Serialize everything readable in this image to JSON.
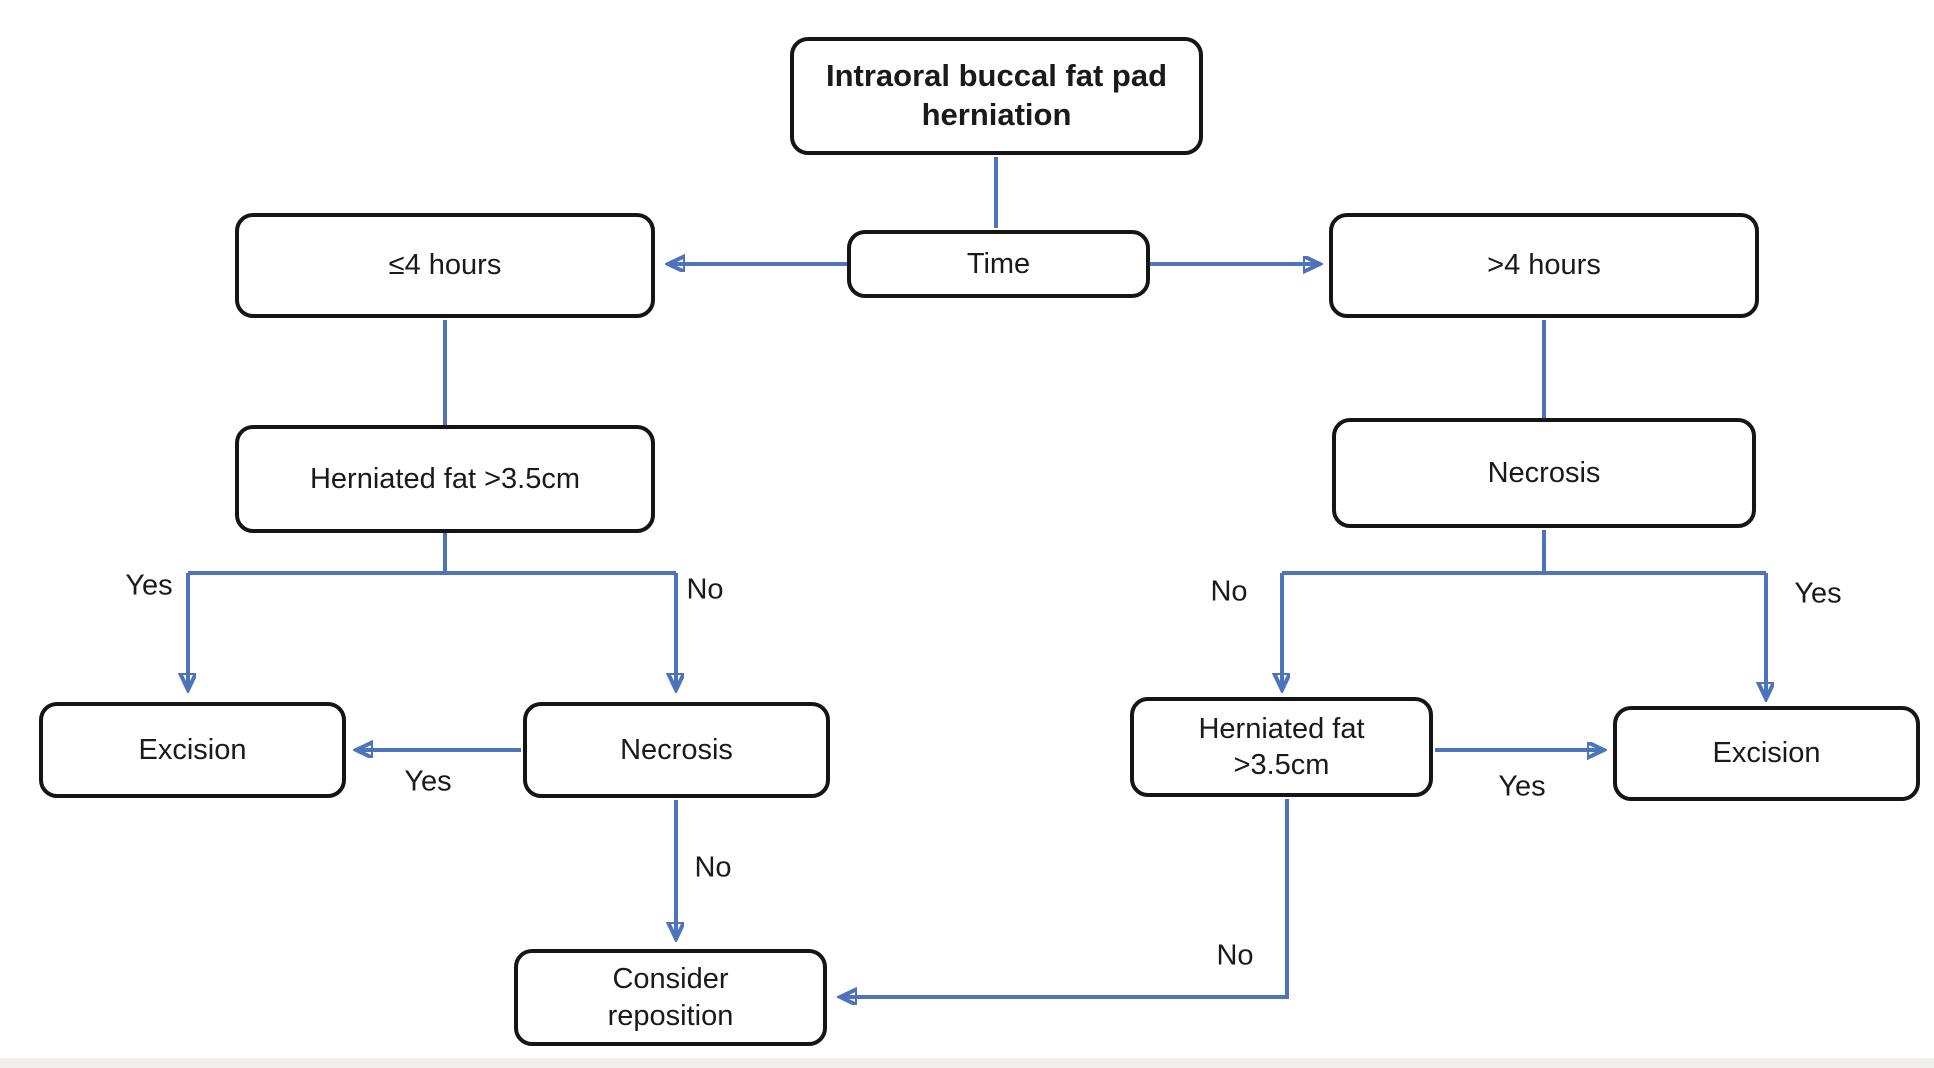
{
  "diagram": {
    "type": "flowchart",
    "accent_arrow_color": "#4d73ba",
    "box_border_color": "#151515",
    "background_color": "#ffffff",
    "nodes": {
      "root": {
        "label": "Intraoral buccal fat pad herniation"
      },
      "time": {
        "label": "Time"
      },
      "le4hours": {
        "label": "≤4 hours"
      },
      "gt4hours": {
        "label": ">4 hours"
      },
      "herniated_left": {
        "label": "Herniated fat >3.5cm"
      },
      "excision_left": {
        "label": "Excision"
      },
      "necrosis_left": {
        "label": "Necrosis"
      },
      "consider_reposition": {
        "label": "Consider reposition"
      },
      "necrosis_right": {
        "label": "Necrosis"
      },
      "herniated_right": {
        "label": "Herniated fat >3.5cm"
      },
      "excision_right": {
        "label": "Excision"
      }
    },
    "edge_labels": {
      "left_branch_yes": "Yes",
      "left_branch_no": "No",
      "necrosis_left_to_excision_yes": "Yes",
      "necrosis_left_down_no": "No",
      "right_branch_no": "No",
      "right_branch_yes": "Yes",
      "herniated_right_to_excision_yes": "Yes",
      "herniated_right_down_no": "No"
    }
  }
}
